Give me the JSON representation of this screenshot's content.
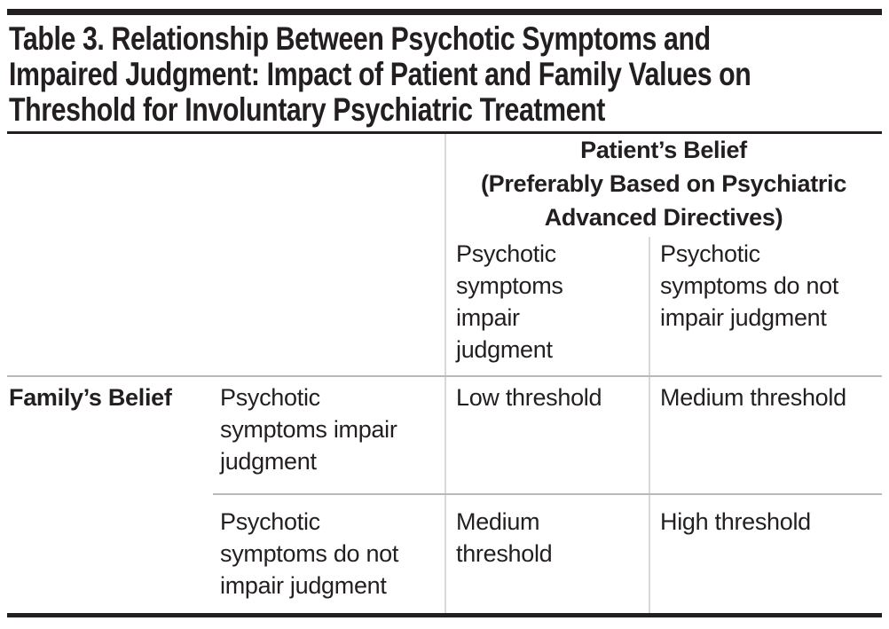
{
  "title": "Table 3. Relationship Between Psychotic Symptoms and\nImpaired Judgment: Impact of Patient and Family Values on\nThreshold for Involuntary Psychiatric Treatment",
  "table": {
    "patient_belief_header": "Patient’s Belief\n(Preferably Based on Psychiatric\nAdvanced Directives)",
    "family_belief_header": "Family’s Belief",
    "col_headers": [
      "Psychotic\nsymptoms\nimpair\njudgment",
      "Psychotic\nsymptoms do not\nimpair judgment"
    ],
    "row_headers": [
      "Psychotic\nsymptoms impair\njudgment",
      "Psychotic\nsymptoms do not\nimpair judgment"
    ],
    "cells": [
      [
        "Low threshold",
        "Medium threshold"
      ],
      [
        "Medium\nthreshold",
        "High threshold"
      ]
    ]
  },
  "colors": {
    "text": "#231f20",
    "heavy_rule": "#231f20",
    "horizontal_divider": "#b9b9b9",
    "vertical_divider": "#d8d8d8",
    "background": "#ffffff"
  }
}
